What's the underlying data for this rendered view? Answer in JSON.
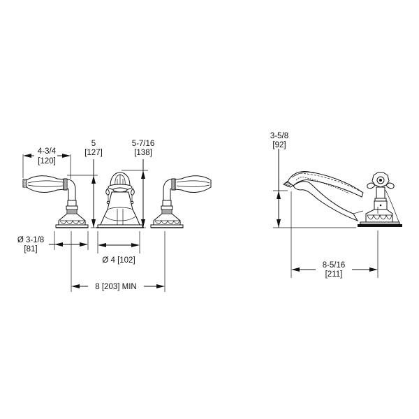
{
  "drawing": {
    "title": "Widespread faucet and deck-mount tub filler dimension drawing",
    "colors": {
      "line": "#111111",
      "background": "#ffffff"
    }
  },
  "faucet": {
    "dims": {
      "handle_reach": {
        "imperial": "4-3/4",
        "metric": "[120]"
      },
      "handle_height": {
        "imperial": "5",
        "metric": "[127]"
      },
      "spout_height": {
        "imperial": "5-7/16",
        "metric": "[138]"
      },
      "handle_base_diameter": {
        "imperial": "Ø 3-1/8",
        "metric": "[81]"
      },
      "spout_base_diameter": {
        "label": "Ø 4  [102]"
      },
      "centers_spread": {
        "label": "8  [203] MIN"
      }
    }
  },
  "tub_filler": {
    "dims": {
      "spout_height": {
        "imperial": "3-5/8",
        "metric": "[92]"
      },
      "spout_reach": {
        "imperial": "8-5/16",
        "metric": "[211]"
      }
    }
  }
}
